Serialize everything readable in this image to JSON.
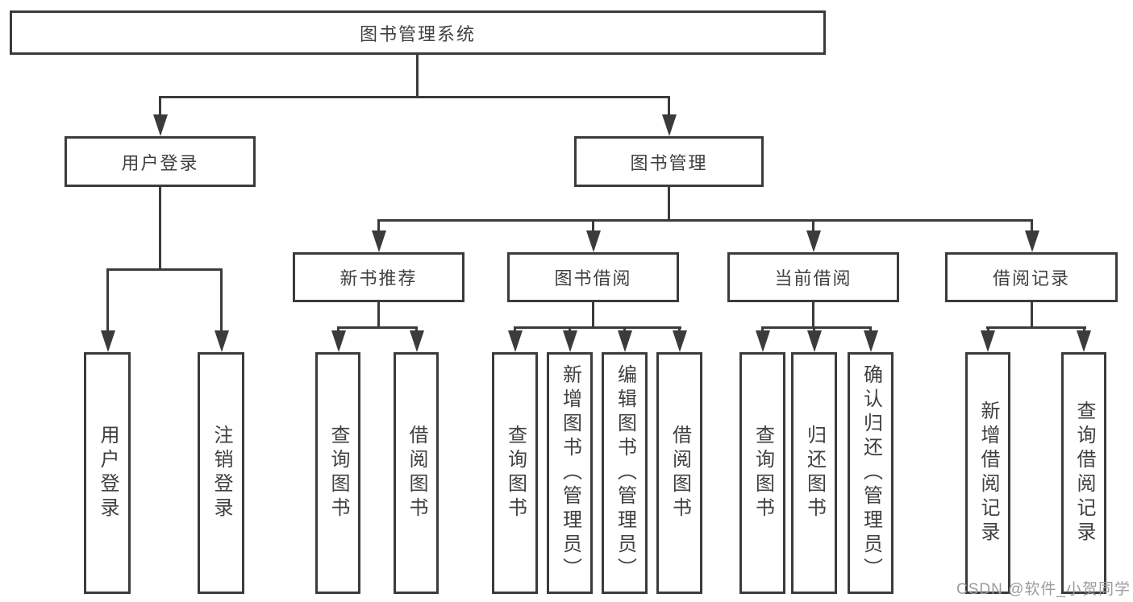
{
  "diagram": {
    "root": "图书管理系统",
    "level2": [
      "用户登录",
      "图书管理"
    ],
    "level3": [
      "新书推荐",
      "图书借阅",
      "当前借阅",
      "借阅记录"
    ],
    "leaves": {
      "user_login": [
        "用户登录",
        "注销登录"
      ],
      "new_book": [
        "查询图书",
        "借阅图书"
      ],
      "book_borrow": [
        "查询图书",
        "新增图书（管理员）",
        "编辑图书（管理员）",
        "借阅图书"
      ],
      "current_borrow": [
        "查询图书",
        "归还图书",
        "确认归还（管理员）"
      ],
      "borrow_records": [
        "新增借阅记录",
        "查询借阅记录"
      ]
    }
  },
  "watermark": "CSDN @软件_小贺同学",
  "colors": {
    "line": "#3b3b3b",
    "text": "#404040",
    "watermark": "#9b9b9b",
    "background": "#ffffff"
  }
}
